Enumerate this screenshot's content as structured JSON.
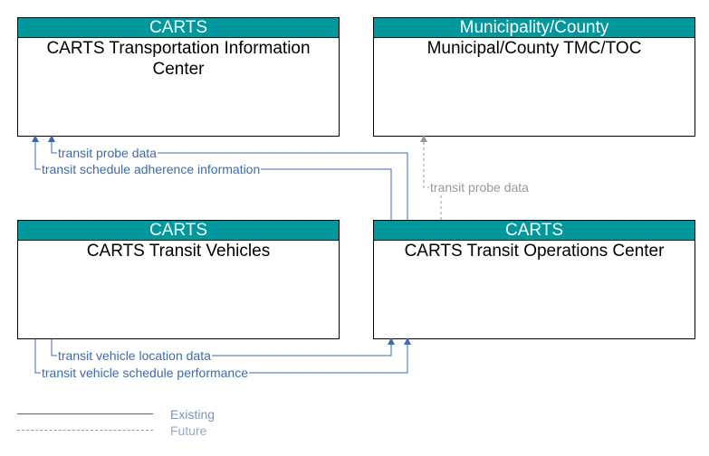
{
  "nodes": {
    "tic": {
      "header": "CARTS",
      "name": "CARTS Transportation Information Center"
    },
    "tmc": {
      "header": "Municipality/County",
      "name": "Municipal/County TMC/TOC"
    },
    "veh": {
      "header": "CARTS",
      "name": "CARTS Transit Vehicles"
    },
    "toc": {
      "header": "CARTS",
      "name": "CARTS Transit Operations Center"
    }
  },
  "flows": [
    {
      "label": "transit probe data",
      "from": "CARTS Transit Operations Center",
      "to": "CARTS Transportation Information Center",
      "status": "Existing"
    },
    {
      "label": "transit schedule adherence information",
      "from": "CARTS Transit Operations Center",
      "to": "CARTS Transportation Information Center",
      "status": "Existing"
    },
    {
      "label": "transit probe data",
      "from": "CARTS Transit Operations Center",
      "to": "Municipal/County TMC/TOC",
      "status": "Future"
    },
    {
      "label": "transit vehicle location data",
      "from": "CARTS Transit Vehicles",
      "to": "CARTS Transit Operations Center",
      "status": "Existing"
    },
    {
      "label": "transit vehicle schedule performance",
      "from": "CARTS Transit Vehicles",
      "to": "CARTS Transit Operations Center",
      "status": "Existing"
    }
  ],
  "legend": {
    "existing": "Existing",
    "future": "Future"
  },
  "colors": {
    "header_fill": "#00979d",
    "existing_flow": "#3a6bb5",
    "future_flow": "#9a9a9a"
  }
}
